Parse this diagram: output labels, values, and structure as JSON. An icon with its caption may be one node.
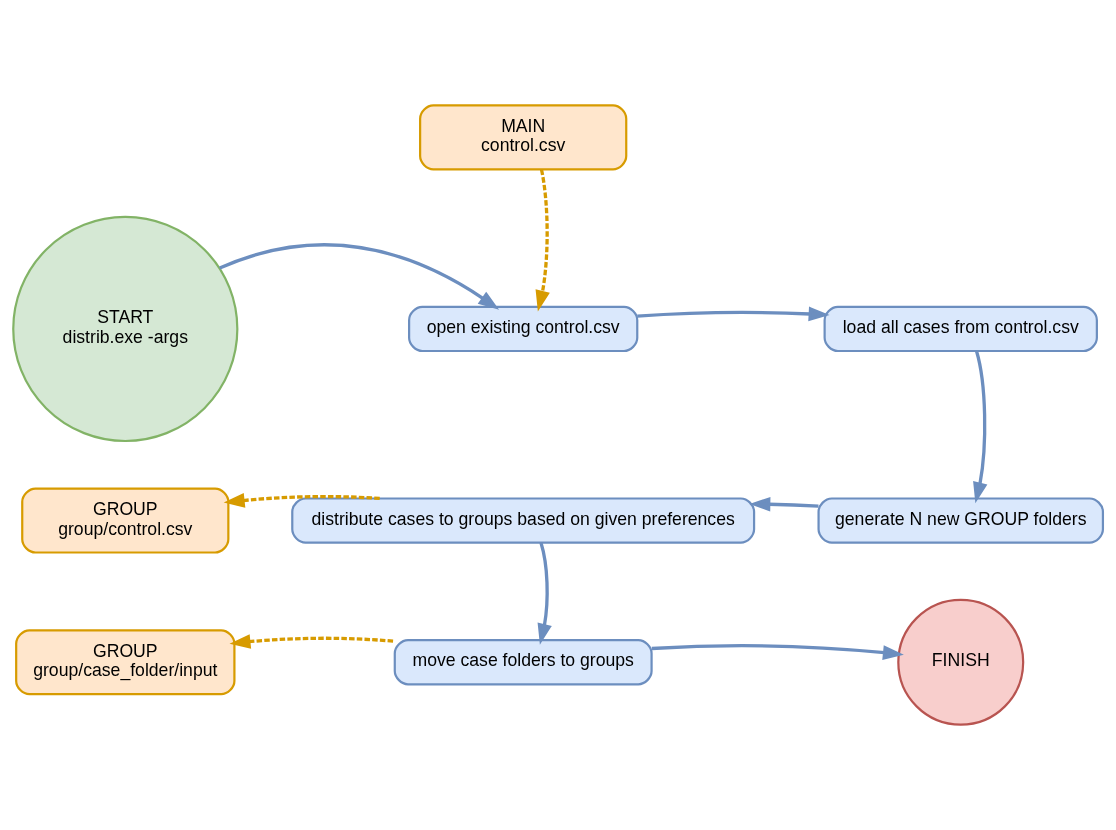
{
  "diagram": {
    "nodes": [
      {
        "text": [
          "MAIN",
          "control.csv"
        ]
      },
      {
        "text": [
          "START",
          "distrib.exe -args"
        ]
      },
      {
        "text": [
          "open existing control.csv"
        ]
      },
      {
        "text": [
          "load all cases from control.csv"
        ]
      },
      {
        "text": [
          "GROUP",
          "group/control.csv"
        ]
      },
      {
        "text": [
          "distribute cases to groups based on given preferences"
        ]
      },
      {
        "text": [
          "generate N new GROUP folders"
        ]
      },
      {
        "text": [
          "GROUP",
          "group/case_folder/input"
        ]
      },
      {
        "text": [
          "move case folders to groups"
        ]
      },
      {
        "text": [
          "FINISH"
        ]
      }
    ],
    "edges": [
      {
        "from": 0,
        "to": 2,
        "arrow": "to",
        "style": "dashed",
        "color": "#d79b00"
      },
      {
        "from": 1,
        "to": 2,
        "arrow": "to"
      },
      {
        "from": 2,
        "to": 3,
        "arrow": "to"
      },
      {
        "from": 3,
        "to": 6,
        "arrow": "to"
      },
      {
        "from": 6,
        "to": 5,
        "arrow": "to"
      },
      {
        "from": 5,
        "to": 4,
        "arrow": "to",
        "style": "dashed",
        "color": "#d79b00"
      },
      {
        "from": 5,
        "to": 8,
        "arrow": "to"
      },
      {
        "from": 8,
        "to": 7,
        "arrow": "to",
        "style": "dashed",
        "color": "#d79b00"
      },
      {
        "from": 8,
        "to": 9,
        "arrow": "to"
      }
    ]
  }
}
